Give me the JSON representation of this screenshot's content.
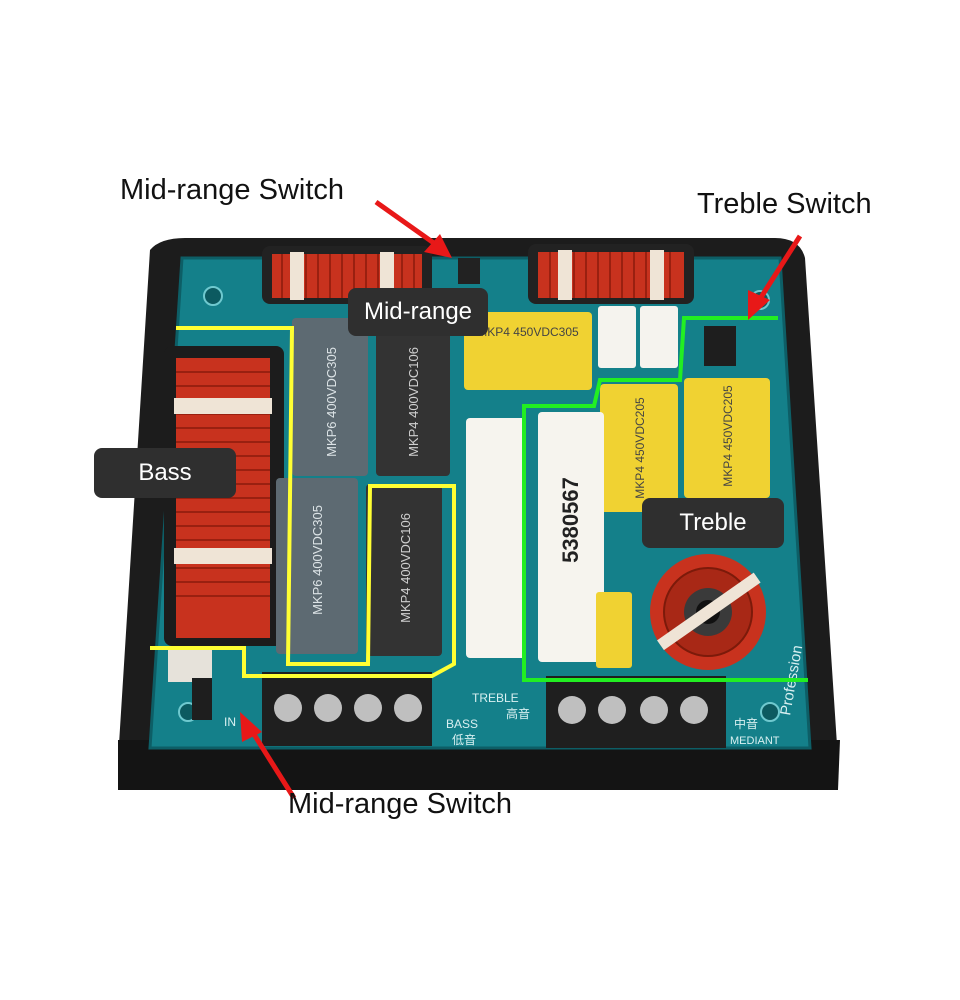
{
  "callouts": {
    "midrange_switch_top": "Mid-range Switch",
    "treble_switch": "Treble Switch",
    "midrange_switch_bottom": "Mid-range Switch"
  },
  "tags": {
    "midrange": "Mid-range",
    "bass": "Bass",
    "treble": "Treble"
  },
  "components": {
    "cap_mkp6_305": "MKP6  400VDC305",
    "cap_mkp4_106": "MKP4  400VDC106",
    "cap_mkp4_305_top": "MKP4  450VDC305",
    "cap_mkp4_205": "MKP4  450VDC205",
    "resistor_value": "5380567"
  },
  "pcb_labels": {
    "treble": "TREBLE",
    "treble_cn": "高音",
    "bass": "BASS",
    "bass_cn": "低音",
    "mid_cn": "中音",
    "mediant": "MEDIANT",
    "in": "IN",
    "brand": "Profession"
  },
  "colors": {
    "bass_outline": "#ffff33",
    "treble_outline": "#22ee22",
    "arrows": "#e81818",
    "pcb": "#14808a",
    "case": "#1c1c1c"
  }
}
